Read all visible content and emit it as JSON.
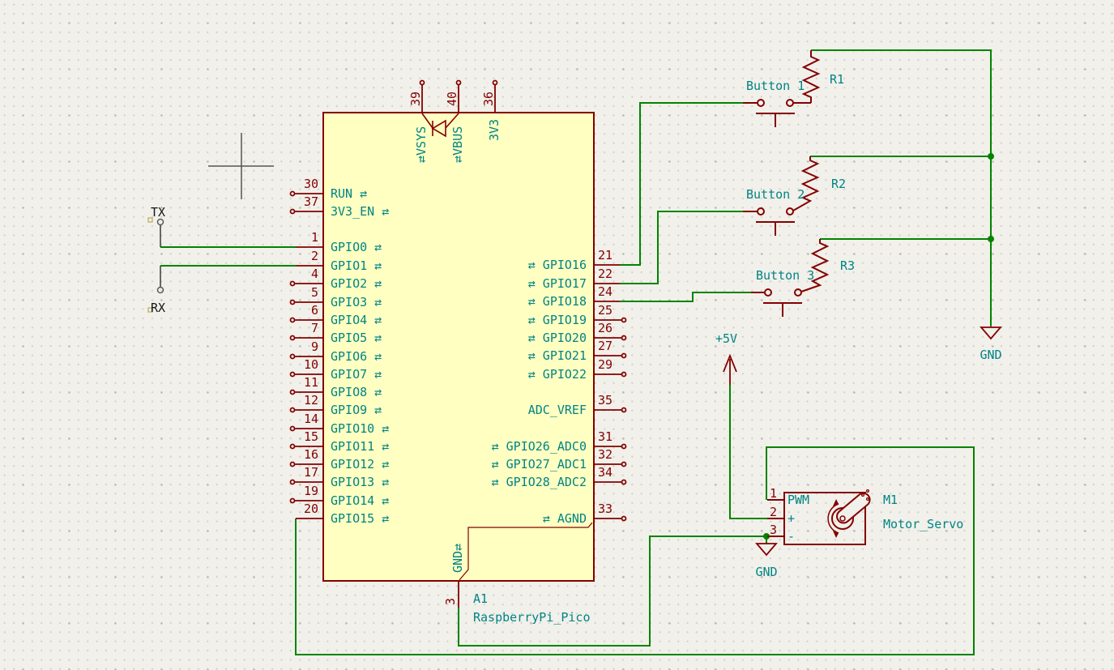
{
  "colors": {
    "background": "#f1f0ea",
    "wire_green": "#008400",
    "symbol_maroon": "#840000",
    "text_teal": "#008484",
    "chip_fill": "#ffffc2",
    "net_flag_black": "#161616"
  },
  "chip": {
    "reference": "A1",
    "value": "RaspberryPi_Pico",
    "left_pins": [
      {
        "num": "30",
        "name": "RUN ⇄"
      },
      {
        "num": "37",
        "name": "3V3_EN ⇄"
      },
      {
        "num": "1",
        "name": "GPIO0 ⇄"
      },
      {
        "num": "2",
        "name": "GPIO1 ⇄"
      },
      {
        "num": "4",
        "name": "GPIO2 ⇄"
      },
      {
        "num": "5",
        "name": "GPIO3 ⇄"
      },
      {
        "num": "6",
        "name": "GPIO4 ⇄"
      },
      {
        "num": "7",
        "name": "GPIO5 ⇄"
      },
      {
        "num": "9",
        "name": "GPIO6 ⇄"
      },
      {
        "num": "10",
        "name": "GPIO7 ⇄"
      },
      {
        "num": "11",
        "name": "GPIO8 ⇄"
      },
      {
        "num": "12",
        "name": "GPIO9 ⇄"
      },
      {
        "num": "14",
        "name": "GPIO10 ⇄"
      },
      {
        "num": "15",
        "name": "GPIO11 ⇄"
      },
      {
        "num": "16",
        "name": "GPIO12 ⇄"
      },
      {
        "num": "17",
        "name": "GPIO13 ⇄"
      },
      {
        "num": "19",
        "name": "GPIO14 ⇄"
      },
      {
        "num": "20",
        "name": "GPIO15 ⇄"
      }
    ],
    "right_pins": [
      {
        "num": "21",
        "name": "⇄ GPIO16"
      },
      {
        "num": "22",
        "name": "⇄ GPIO17"
      },
      {
        "num": "24",
        "name": "⇄ GPIO18"
      },
      {
        "num": "25",
        "name": "⇄ GPIO19"
      },
      {
        "num": "26",
        "name": "⇄ GPIO20"
      },
      {
        "num": "27",
        "name": "⇄ GPIO21"
      },
      {
        "num": "29",
        "name": "⇄ GPIO22"
      },
      {
        "num": "35",
        "name": "ADC_VREF"
      },
      {
        "num": "31",
        "name": "⇄ GPIO26_ADC0"
      },
      {
        "num": "32",
        "name": "⇄ GPIO27_ADC1"
      },
      {
        "num": "34",
        "name": "⇄ GPIO28_ADC2"
      },
      {
        "num": "33",
        "name": "⇄ AGND"
      }
    ],
    "top_pins": [
      {
        "num": "39",
        "name": "⇄VSYS"
      },
      {
        "num": "40",
        "name": "⇄VBUS"
      },
      {
        "num": "36",
        "name": "3V3"
      }
    ],
    "bottom_pins": [
      {
        "num": "3",
        "name": "GND⇄"
      }
    ]
  },
  "buttons": [
    {
      "label": "Button 1"
    },
    {
      "label": "Button 2"
    },
    {
      "label": "Button 3"
    }
  ],
  "resistors": [
    {
      "ref": "R1"
    },
    {
      "ref": "R2"
    },
    {
      "ref": "R3"
    }
  ],
  "servo": {
    "reference": "M1",
    "value": "Motor_Servo",
    "pins": [
      {
        "num": "1",
        "name": "PWM"
      },
      {
        "num": "2",
        "name": "+"
      },
      {
        "num": "3",
        "name": "-"
      }
    ]
  },
  "power": {
    "vcc_label": "+5V",
    "gnd_label_right": "GND",
    "gnd_label_servo": "GND"
  },
  "net_flags": {
    "tx": "TX",
    "rx": "RX"
  }
}
